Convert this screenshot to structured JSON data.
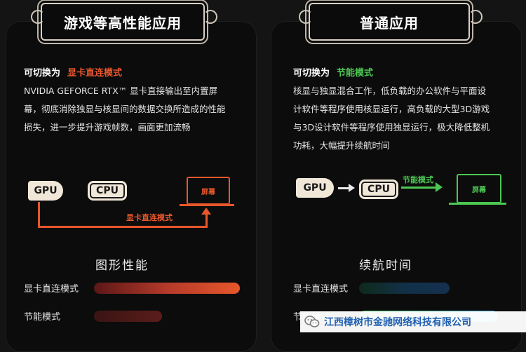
{
  "left": {
    "title": "游戏等高性能应用",
    "switch_prefix": "可切换为",
    "switch_mode": "显卡直连模式",
    "desc_lines": [
      "NVIDIA GEFORCE RTX™ 显卡直接输出至内置屏",
      "幕，彻底消除独显与核显间的数据交换所造成的性能",
      "损失，进一步提升游戏帧数，画面更加流畅"
    ],
    "gpu": "GPU",
    "cpu": "CPU",
    "screen": "屏幕",
    "route_label": "显卡直连模式",
    "perf_heading": "图形性能",
    "bars": [
      {
        "label": "显卡直连模式",
        "value": 1.0
      },
      {
        "label": "节能模式",
        "value": 0.6
      }
    ]
  },
  "right": {
    "title": "普通应用",
    "switch_prefix": "可切换为",
    "switch_mode": "节能模式",
    "desc_lines": [
      "核显与独显混合工作，低负载的办公软件与平面设",
      "计软件等程序使用核显运行，高负载的大型3D游戏",
      "与3D设计软件等程序使用独显运行，极大降低整机",
      "功耗，大幅提升续航时间"
    ],
    "gpu": "GPU",
    "cpu": "CPU",
    "screen": "屏幕",
    "route_label": "节能模式",
    "perf_heading": "续航时间",
    "bars": [
      {
        "label": "显卡直连模式",
        "value": 0.65
      },
      {
        "label": "节能模式",
        "value": 1.0
      }
    ]
  },
  "watermark": "江西樟树市金驰网络科技有限公司",
  "colors": {
    "accent_red": "#e8572b",
    "accent_green": "#4cc752",
    "chip": "#f1e7d8"
  }
}
